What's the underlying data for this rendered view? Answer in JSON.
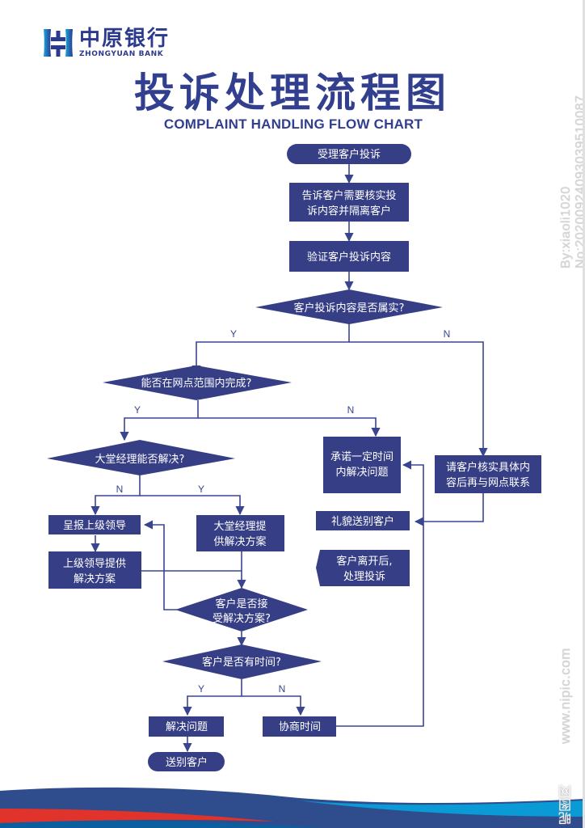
{
  "brand": {
    "name_cn": "中原银行",
    "name_en": "ZHONGYUAN BANK",
    "logo_icon": "zhongyuan-bank-logo-icon"
  },
  "title": {
    "cn": "投诉处理流程图",
    "en": "COMPLAINT HANDLING FLOW CHART"
  },
  "colors": {
    "node_fill": "#363f86",
    "line": "#3a4590",
    "title": "#323f8f",
    "footer_navy": "#2f4d8c",
    "footer_red": "#e0332c",
    "footer_cyan": "#0a9ad6"
  },
  "flowchart": {
    "nodes": {
      "start": "受理客户投诉",
      "inform": [
        "告诉客户需要核实投",
        "诉内容并隔离客户"
      ],
      "verify": "验证客户投诉内容",
      "is_true": "客户投诉内容是否属实?",
      "in_branch": "能否在网点范围内完成?",
      "manager_solve": "大堂经理能否解决?",
      "promise": [
        "承诺一定时间",
        "内解决问题"
      ],
      "ask_verify": [
        "请客户核实具体内",
        "容后再与网点联系"
      ],
      "report": "呈报上级领导",
      "manager_plan": [
        "大堂经理提",
        "供解决方案"
      ],
      "farewell_polite": "礼貌送别客户",
      "after_leave": [
        "客户离开后,",
        "处理投诉"
      ],
      "leader_plan": [
        "上级领导提供",
        "解决方案"
      ],
      "accept": [
        "客户是否接",
        "受解决方案?"
      ],
      "has_time": "客户是否有时间?",
      "solve": "解决问题",
      "negotiate": "协商时间",
      "end": "送别客户"
    },
    "edge_labels": {
      "is_true_yes": "Y",
      "is_true_no": "N",
      "in_branch_yes": "Y",
      "in_branch_no": "N",
      "manager_no": "N",
      "manager_yes": "Y",
      "time_yes": "Y",
      "time_no": "N"
    }
  },
  "watermark": {
    "top": "By:xiaoli1020 No:20200924093039510087",
    "bottom_site": "www.nipic.com",
    "bottom_brand": "昵图网"
  }
}
